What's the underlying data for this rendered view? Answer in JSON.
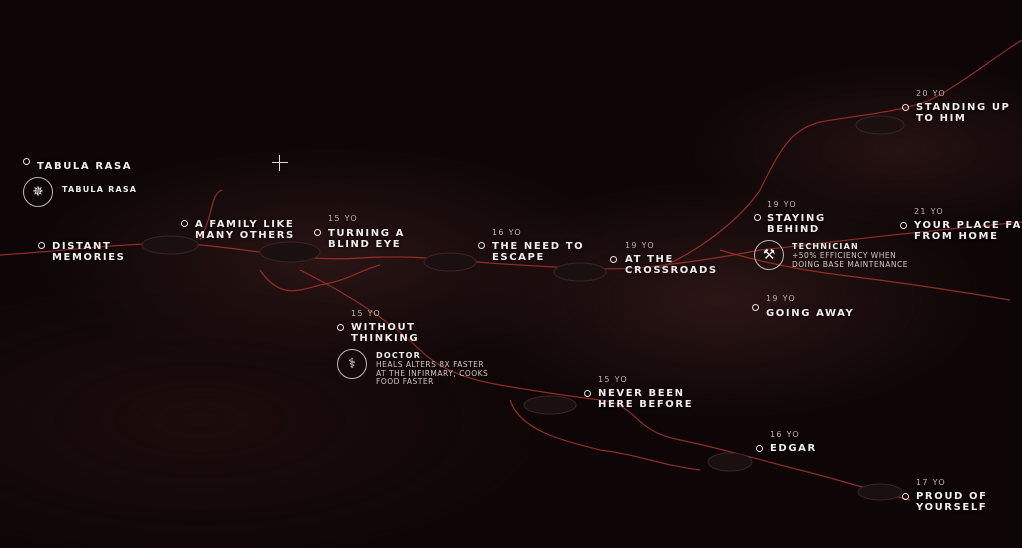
{
  "colors": {
    "background": "#0e0606",
    "vein": "#a8332c",
    "text": "#f2ecea"
  },
  "nodes": [
    {
      "title": "TABULA RASA",
      "perk": {
        "icon": "star-compass-icon",
        "name": "TABULA RASA"
      }
    },
    {
      "title": "DISTANT\nMEMORIES"
    },
    {
      "title": "A FAMILY LIKE\nMANY OTHERS"
    },
    {
      "age": "15 YO",
      "title": "TURNING A\nBLIND EYE"
    },
    {
      "age": "16 YO",
      "title": "THE NEED TO\nESCAPE"
    },
    {
      "age": "19 YO",
      "title": "AT THE\nCROSSROADS"
    },
    {
      "age": "15 YO",
      "title": "WITHOUT\nTHINKING",
      "perk": {
        "icon": "syringe-icon",
        "name": "DOCTOR",
        "desc": "HEALS ALTERS 8X FASTER\nAT THE INFIRMARY, COOKS\nFOOD FASTER"
      }
    },
    {
      "age": "15 YO",
      "title": "NEVER BEEN\nHERE BEFORE"
    },
    {
      "age": "16 YO",
      "title": "EDGAR"
    },
    {
      "age": "17 YO",
      "title": "PROUD OF\nYOURSELF"
    },
    {
      "age": "19 YO",
      "title": "STAYING\nBEHIND",
      "perk": {
        "icon": "wrench-icon",
        "name": "TECHNICIAN",
        "desc": "+50% EFFICIENCY WHEN\nDOING BASE MAINTENANCE"
      }
    },
    {
      "age": "19 YO",
      "title": "GOING AWAY"
    },
    {
      "age": "20 YO",
      "title": "STANDING UP\nTO HIM"
    },
    {
      "age": "21 YO",
      "title": "YOUR PLACE FAR\nFROM HOME"
    }
  ]
}
